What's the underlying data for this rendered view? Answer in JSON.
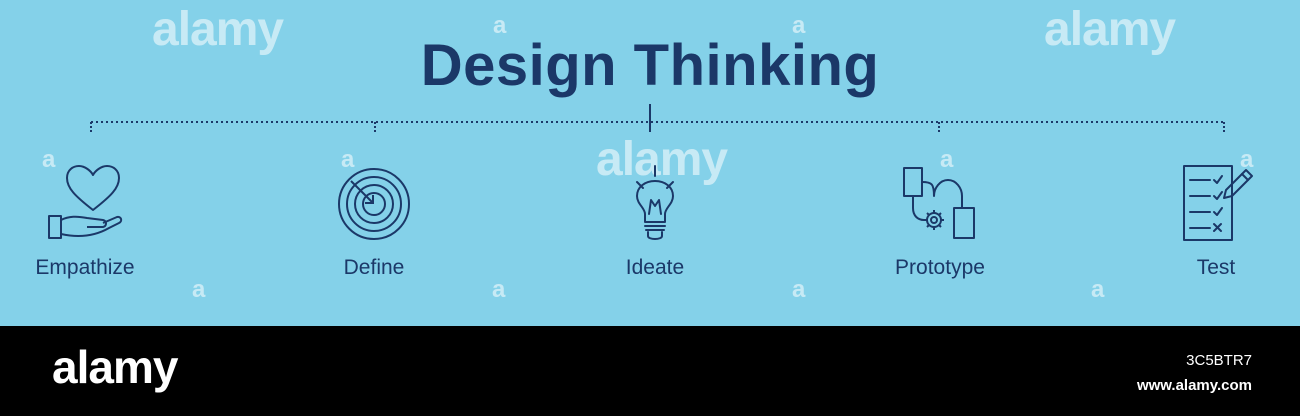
{
  "title": "Design Thinking",
  "steps": [
    {
      "label": "Empathize",
      "icon": "heart-hand-icon"
    },
    {
      "label": "Define",
      "icon": "target-icon"
    },
    {
      "label": "Ideate",
      "icon": "lightbulb-icon"
    },
    {
      "label": "Prototype",
      "icon": "prototype-icon"
    },
    {
      "label": "Test",
      "icon": "checklist-icon"
    }
  ],
  "watermark": {
    "word": "alamy",
    "letter": "a"
  },
  "footer": {
    "logo": "alamy",
    "image_id": "3C5BTR7",
    "url": "www.alamy.com"
  },
  "colors": {
    "background": "#84d1e9",
    "ink": "#1b3868",
    "footer": "#000000"
  }
}
